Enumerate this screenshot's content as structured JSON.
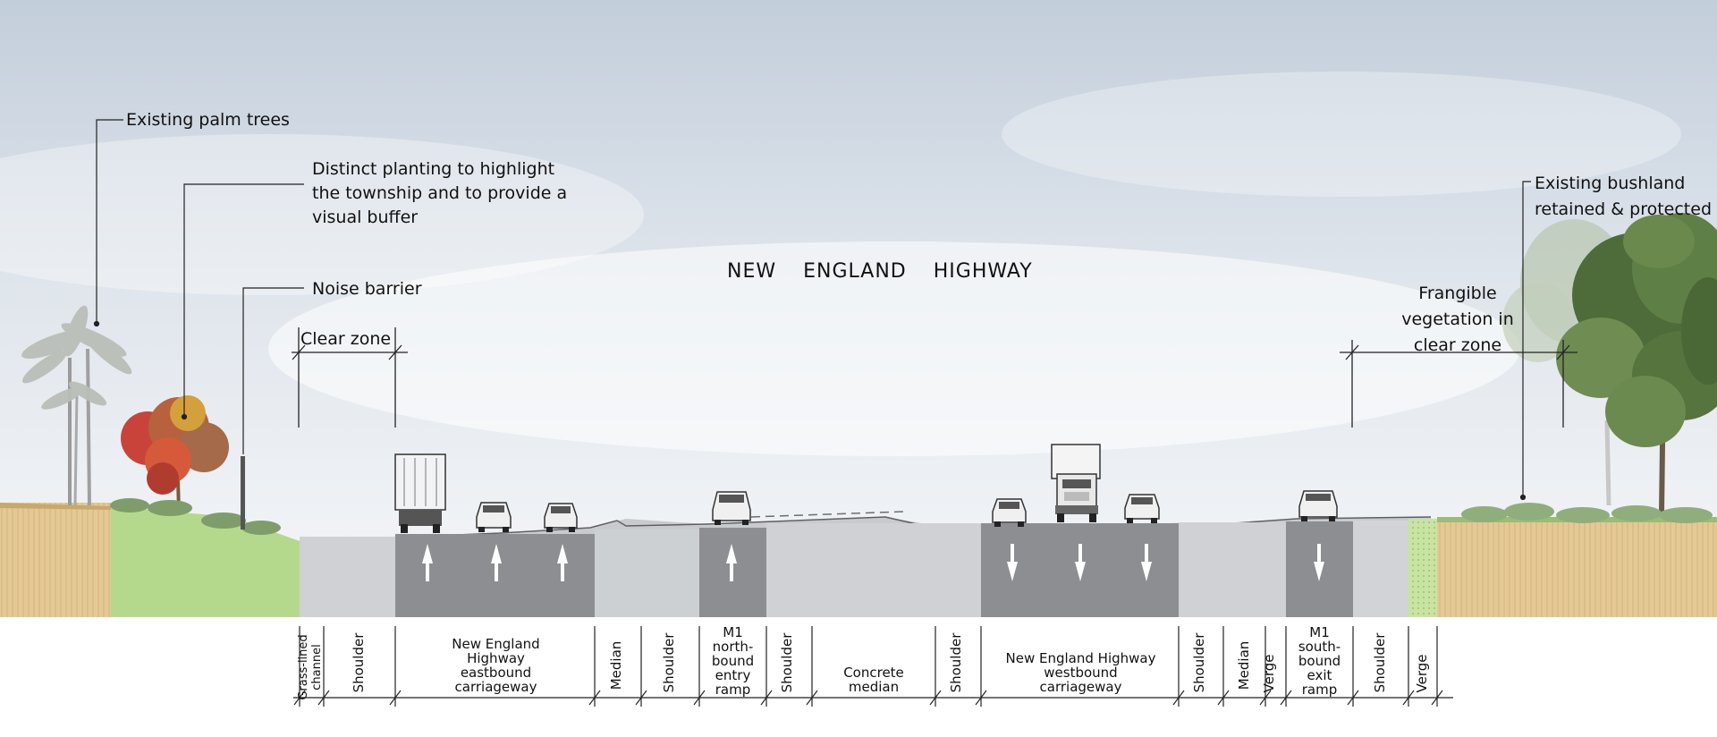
{
  "title": [
    "NEW",
    "ENGLAND",
    "HIGHWAY"
  ],
  "callouts": {
    "palms": "Existing palm trees",
    "planting": [
      "Distinct planting to highlight",
      "the township and to provide a",
      "visual buffer"
    ],
    "noise": "Noise barrier",
    "clear_zone": "Clear zone",
    "frangible": [
      "Frangible",
      "vegetation in",
      "clear zone"
    ],
    "bushland": [
      "Existing bushland",
      "retained & protected"
    ]
  },
  "segments": {
    "grass_channel": [
      "Grass-lined",
      "channel"
    ],
    "shoulder": "Shoulder",
    "eastbound": [
      "New England",
      "Highway",
      "eastbound",
      "carriageway"
    ],
    "median": "Median",
    "north_ramp": [
      "M1",
      "north-",
      "bound",
      "entry",
      "ramp"
    ],
    "concrete_median": [
      "Concrete",
      "median"
    ],
    "westbound": [
      "New England Highway",
      "westbound",
      "carriageway"
    ],
    "verge": "Verge",
    "south_ramp": [
      "M1",
      "south-",
      "bound",
      "exit",
      "ramp"
    ]
  },
  "colors": {
    "sky_top": "#c9d3df",
    "sky_bottom": "#f4f6f8",
    "lane": "#8c8d90",
    "paved": "#c4c6c9",
    "grass": "#b8da8f",
    "earth": "#e3c893",
    "arrow": "#ffffff"
  }
}
